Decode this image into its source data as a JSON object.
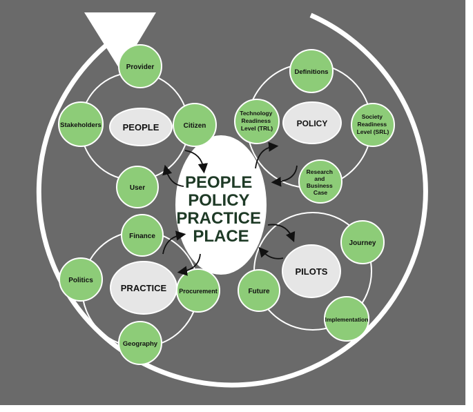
{
  "center": {
    "lines": [
      "PEOPLE",
      "POLICY",
      "PRACTICE",
      "PLACE"
    ]
  },
  "hubs": {
    "people": "PEOPLE",
    "policy": "POLICY",
    "practice": "PRACTICE",
    "pilots": "PILOTS"
  },
  "nodes": {
    "provider": "Provider",
    "stakeholders": "Stakeholders",
    "citizen": "Citizen",
    "user": "User",
    "definitions": "Definitions",
    "trl": [
      "Technology",
      "Readiness",
      "Level (TRL)"
    ],
    "srl": [
      "Society",
      "Readiness",
      "Level (SRL)"
    ],
    "research": [
      "Research",
      "and",
      "Business",
      "Case"
    ],
    "finance": "Finance",
    "politics": "Politics",
    "procurement": "Procurement",
    "geography": "Geography",
    "journey": "Journey",
    "future": "Future",
    "implementation": "Implementation"
  },
  "colors": {
    "background": "#6a6a6a",
    "node_fill": "#8dcc78",
    "node_stroke": "#ffffff",
    "hub_fill": "#e6e6e6",
    "center_fill": "#ffffff",
    "center_text": "#1e3a26",
    "arrow": "#111111"
  }
}
